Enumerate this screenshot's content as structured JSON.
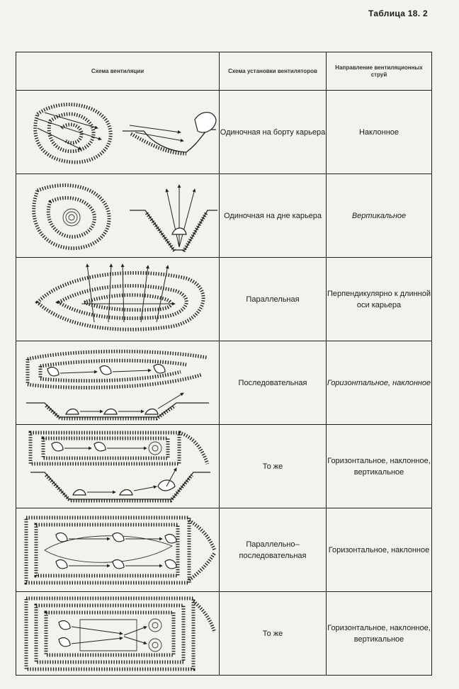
{
  "caption": "Таблица 18. 2",
  "headers": {
    "scheme": "Схема вентиляции",
    "fan_setup": "Схема установки вентиляторов",
    "direction": "Направление вентиляционных струй"
  },
  "rows": [
    {
      "fan_setup": "Одиночная на борту карьера",
      "direction": "Наклонное"
    },
    {
      "fan_setup": "Одиночная на дне карьера",
      "direction": "Вертикальное"
    },
    {
      "fan_setup": "Параллельная",
      "direction": "Перпендикулярно к длинной оси карьера"
    },
    {
      "fan_setup": "Последовательная",
      "direction": "Горизонтальное, наклонное"
    },
    {
      "fan_setup": "То же",
      "direction": "Горизонтальное, наклонное, вертикальное"
    },
    {
      "fan_setup": "Параллельно–последовательная",
      "direction": "Горизонтальное, наклонное"
    },
    {
      "fan_setup": "То же",
      "direction": "Горизонтальное, наклонное, вертикальное"
    }
  ]
}
